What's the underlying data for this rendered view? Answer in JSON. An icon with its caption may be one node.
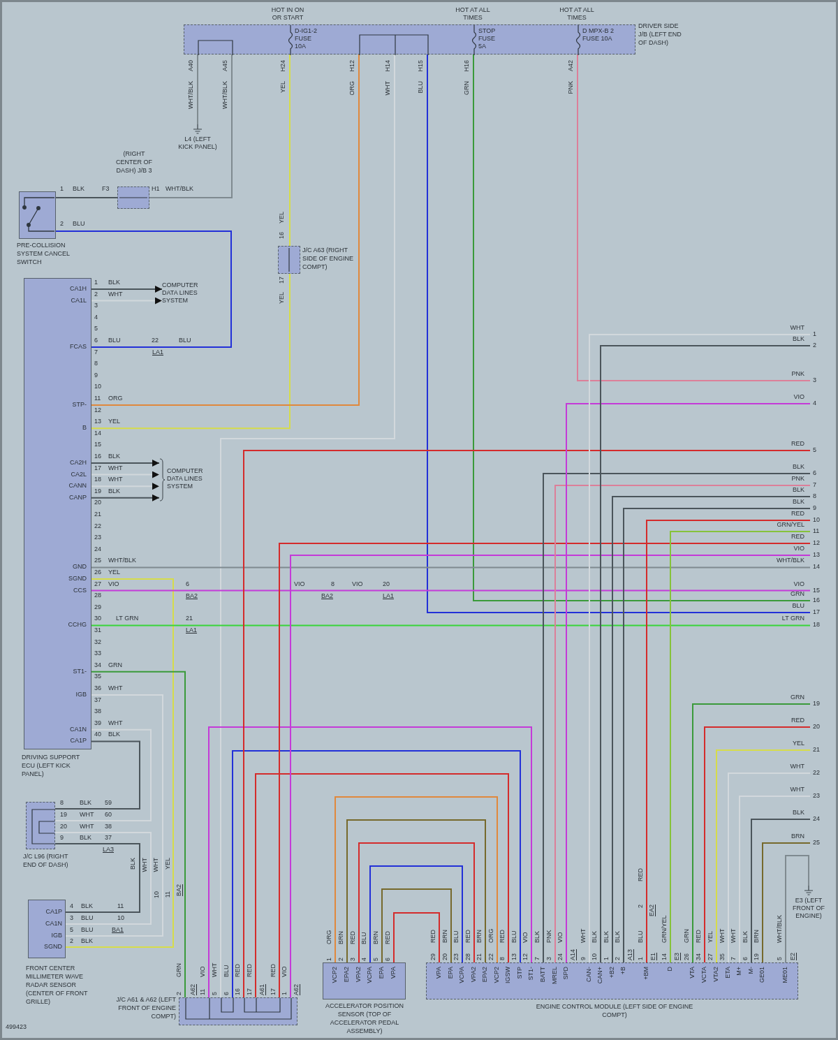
{
  "diagram": {
    "nodes": [
      {
        "text": [
          "D-IG1-2 FUSE 10A",
          "STOP FUSE 5A",
          "D MPX-B 2 FUSE 10A"
        ],
        "beside": [
          "DRIVER SIDE J/B (LEFT END OF DASH)"
        ]
      },
      {
        "text": [
          "L4 (LEFT KICK PANEL)"
        ]
      },
      {
        "text": [],
        "shape": "box",
        "beside": [
          "(RIGHT CENTER OF DASH) J/B 3"
        ]
      },
      {
        "text": [],
        "shape": "box",
        "beside": [
          "PRE-COLLISION SYSTEM CANCEL SWITCH"
        ]
      },
      {
        "text": [],
        "shape": "box",
        "beside": [
          "J/C A63 (RIGHT SIDE OF ENGINE COMPT)"
        ]
      },
      {
        "text": [
          "CA1H",
          "CA1L",
          "FCAS",
          "STP-",
          "B",
          "CA2H",
          "CA2L",
          "CANN",
          "CANP",
          "GND",
          "SGND",
          "CCS",
          "CCHG",
          "ST1-",
          "IGB",
          "CA1N",
          "CA1P"
        ],
        "beside": [
          "DRIVING SUPPORT ECU (LEFT KICK PANEL)"
        ]
      },
      {
        "text": [
          "COMPUTER DATA LINES SYSTEM"
        ]
      },
      {
        "text": [
          "COMPUTER DATA LINES SYSTEM"
        ]
      },
      {
        "text": [],
        "shape": "box",
        "beside": [
          "J/C L96 (RIGHT END OF DASH)"
        ]
      },
      {
        "text": [
          "CA1P",
          "CA1N",
          "IGB",
          "SGND"
        ],
        "beside": [
          "FRONT CENTER MILLIMETER WAVE RADAR SENSOR (CENTER OF FRONT GRILLE)"
        ]
      },
      {
        "text": [],
        "shape": "box",
        "beside": [
          "J/C A61 & A62 (LEFT FRONT OF ENGINE COMPT)"
        ]
      },
      {
        "text": [
          "VCP2",
          "EPA2",
          "VPA2",
          "VCPA",
          "EPA",
          "VPA"
        ],
        "beside": [
          "ACCELERATOR POSITION SENSOR (TOP OF ACCELERATOR PEDAL ASSEMBLY)"
        ]
      },
      {
        "text": [
          "VPA",
          "EPA",
          "VCPA",
          "VPA2",
          "EPA2",
          "VCP2",
          "IGSW",
          "STP",
          "ST1-",
          "BATT",
          "MREL",
          "SPD",
          "CAN-",
          "CAN+",
          "+B2",
          "+B",
          "+BM",
          "D",
          "VTA",
          "VCTA",
          "VTA2",
          "ETA",
          "M+",
          "M-",
          "GE01",
          "ME01"
        ],
        "beside": [
          "ENGINE CONTROL MODULE (LEFT SIDE OF ENGINE COMPT)"
        ]
      },
      {
        "text": [
          "E3 (LEFT FRONT OF ENGINE)"
        ]
      },
      {
        "text": [
          "1"
        ]
      },
      {
        "text": [
          "2"
        ]
      },
      {
        "text": [
          "3"
        ]
      },
      {
        "text": [
          "4"
        ]
      },
      {
        "text": [
          "5"
        ]
      },
      {
        "text": [
          "6"
        ]
      },
      {
        "text": [
          "7"
        ]
      },
      {
        "text": [
          "8"
        ]
      },
      {
        "text": [
          "9"
        ]
      },
      {
        "text": [
          "10"
        ]
      },
      {
        "text": [
          "11"
        ]
      },
      {
        "text": [
          "12"
        ]
      },
      {
        "text": [
          "13"
        ]
      },
      {
        "text": [
          "14"
        ]
      },
      {
        "text": [
          "15"
        ]
      },
      {
        "text": [
          "16"
        ]
      },
      {
        "text": [
          "17"
        ]
      },
      {
        "text": [
          "18"
        ]
      },
      {
        "text": [
          "19"
        ]
      },
      {
        "text": [
          "20"
        ]
      },
      {
        "text": [
          "21"
        ]
      },
      {
        "text": [
          "22"
        ]
      },
      {
        "text": [
          "23"
        ]
      },
      {
        "text": [
          "24"
        ]
      },
      {
        "text": [
          "25"
        ]
      }
    ],
    "edges": [
      {
        "from": 0,
        "to": 1,
        "arrow": "none",
        "color": "#7f8a90"
      },
      {
        "from": 0,
        "to": 2,
        "arrow": "none",
        "color": "#7f8a90"
      },
      {
        "from": 2,
        "to": 3,
        "arrow": "none",
        "color": "#4b555b"
      },
      {
        "from": 3,
        "to": 5,
        "arrow": "none",
        "color": "#2230d8"
      },
      {
        "from": 0,
        "to": 4,
        "arrow": "none",
        "color": "#d6dc4a"
      },
      {
        "from": 4,
        "to": 5,
        "arrow": "none",
        "color": "#d6dc4a"
      },
      {
        "from": 0,
        "to": 5,
        "arrow": "none",
        "color": "#e0883c"
      },
      {
        "from": 0,
        "to": 10,
        "arrow": "none",
        "color": "#d2d8dc"
      },
      {
        "from": 0,
        "to": 30,
        "arrow": "none",
        "color": "#2230d8"
      },
      {
        "from": 0,
        "to": 29,
        "arrow": "none",
        "color": "#3a9a3a"
      },
      {
        "from": 0,
        "to": 16,
        "arrow": "none",
        "color": "#dc7f99"
      },
      {
        "from": 5,
        "to": 6,
        "arrow": "to",
        "color": "#4b555b"
      },
      {
        "from": 5,
        "to": 6,
        "arrow": "to",
        "color": "#d2d8dc"
      },
      {
        "from": 5,
        "to": 7,
        "arrow": "to",
        "color": "#4b555b"
      },
      {
        "from": 5,
        "to": 7,
        "arrow": "to",
        "color": "#d2d8dc"
      },
      {
        "from": 5,
        "to": 7,
        "arrow": "to",
        "color": "#d2d8dc"
      },
      {
        "from": 5,
        "to": 7,
        "arrow": "to",
        "color": "#4b555b"
      },
      {
        "from": 5,
        "to": 27,
        "arrow": "none",
        "color": "#7f8a90"
      },
      {
        "from": 5,
        "to": 9,
        "arrow": "none",
        "color": "#d6dc4a"
      },
      {
        "from": 5,
        "to": 28,
        "arrow": "none",
        "color": "#c43ad8"
      },
      {
        "from": 5,
        "to": 31,
        "arrow": "none",
        "color": "#38d438"
      },
      {
        "from": 5,
        "to": 10,
        "arrow": "none",
        "color": "#3a9a3a"
      },
      {
        "from": 5,
        "to": 9,
        "arrow": "none",
        "color": "#d2d8dc"
      },
      {
        "from": 5,
        "to": 8,
        "arrow": "none",
        "color": "#d2d8dc"
      },
      {
        "from": 5,
        "to": 8,
        "arrow": "none",
        "color": "#4b555b"
      },
      {
        "from": 8,
        "to": 9,
        "arrow": "none",
        "color": "#d2d8dc"
      },
      {
        "from": 8,
        "to": 9,
        "arrow": "none",
        "color": "#4b555b"
      },
      {
        "from": 10,
        "to": 12,
        "arrow": "none",
        "color": "#c43ad8"
      },
      {
        "from": 10,
        "to": 12,
        "arrow": "none",
        "color": "#2230d8"
      },
      {
        "from": 10,
        "to": 18,
        "arrow": "none",
        "color": "#d42b2b"
      },
      {
        "from": 10,
        "to": 12,
        "arrow": "none",
        "color": "#d42b2b"
      },
      {
        "from": 10,
        "to": 25,
        "arrow": "none",
        "color": "#d42b2b"
      },
      {
        "from": 10,
        "to": 26,
        "arrow": "none",
        "color": "#c43ad8"
      },
      {
        "from": 11,
        "to": 12,
        "arrow": "none",
        "color": "#e0883c"
      },
      {
        "from": 11,
        "to": 12,
        "arrow": "none",
        "color": "#76692c"
      },
      {
        "from": 11,
        "to": 12,
        "arrow": "none",
        "color": "#d42b2b"
      },
      {
        "from": 11,
        "to": 12,
        "arrow": "none",
        "color": "#2230d8"
      },
      {
        "from": 11,
        "to": 12,
        "arrow": "none",
        "color": "#76692c"
      },
      {
        "from": 11,
        "to": 12,
        "arrow": "none",
        "color": "#d42b2b"
      },
      {
        "from": 12,
        "to": 19,
        "arrow": "none",
        "color": "#4b555b"
      },
      {
        "from": 12,
        "to": 20,
        "arrow": "none",
        "color": "#dc7f99"
      },
      {
        "from": 12,
        "to": 17,
        "arrow": "none",
        "color": "#c43ad8"
      },
      {
        "from": 12,
        "to": 14,
        "arrow": "none",
        "color": "#d2d8dc"
      },
      {
        "from": 12,
        "to": 15,
        "arrow": "none",
        "color": "#4b555b"
      },
      {
        "from": 12,
        "to": 21,
        "arrow": "none",
        "color": "#4b555b"
      },
      {
        "from": 12,
        "to": 22,
        "arrow": "none",
        "color": "#4b555b"
      },
      {
        "from": 12,
        "to": 23,
        "arrow": "none",
        "color": "#d42b2b"
      },
      {
        "from": 12,
        "to": 24,
        "arrow": "none",
        "color": "#86c23a"
      },
      {
        "from": 12,
        "to": 32,
        "arrow": "none",
        "color": "#3a9a3a"
      },
      {
        "from": 12,
        "to": 33,
        "arrow": "none",
        "color": "#d42b2b"
      },
      {
        "from": 12,
        "to": 34,
        "arrow": "none",
        "color": "#d6dc4a"
      },
      {
        "from": 12,
        "to": 35,
        "arrow": "none",
        "color": "#d2d8dc"
      },
      {
        "from": 12,
        "to": 36,
        "arrow": "none",
        "color": "#d2d8dc"
      },
      {
        "from": 12,
        "to": 37,
        "arrow": "none",
        "color": "#4b555b"
      },
      {
        "from": 12,
        "to": 38,
        "arrow": "none",
        "color": "#76692c"
      },
      {
        "from": 12,
        "to": 13,
        "arrow": "none",
        "color": "#7f8a90"
      }
    ],
    "labels": [
      "HOT IN ON OR START",
      "HOT AT ALL TIMES",
      "HOT AT ALL TIMES",
      "A40",
      "WHT/BLK",
      "A45",
      "WHT/BLK",
      "H24",
      "YEL",
      "H12",
      "ORG",
      "H14",
      "WHT",
      "H15",
      "BLU",
      "H16",
      "GRN",
      "A42",
      "PNK",
      "1",
      "BLK",
      "F3",
      "H1",
      "WHT/BLK",
      "2",
      "BLU",
      "YEL",
      "16",
      "17",
      "YEL",
      "1",
      "2",
      "3",
      "4",
      "5",
      "6",
      "7",
      "8",
      "9",
      "10",
      "11",
      "12",
      "13",
      "14",
      "15",
      "16",
      "17",
      "18",
      "19",
      "20",
      "21",
      "22",
      "23",
      "24",
      "25",
      "26",
      "27",
      "28",
      "29",
      "30",
      "31",
      "32",
      "33",
      "34",
      "35",
      "36",
      "37",
      "38",
      "39",
      "40",
      "BLK",
      "WHT",
      "BLU",
      "ORG",
      "YEL",
      "BLK",
      "WHT",
      "WHT",
      "BLK",
      "WHT/BLK",
      "YEL",
      "VIO",
      "LT GRN",
      "GRN",
      "WHT",
      "WHT",
      "BLK",
      "22",
      "LA1",
      "BLU",
      "6",
      "BA2",
      "VIO",
      "8",
      "BA2",
      "VIO",
      "20",
      "LA1",
      "21",
      "LA1",
      "8",
      "BLK",
      "59",
      "19",
      "WHT",
      "60",
      "20",
      "WHT",
      "38",
      "9",
      "BLK",
      "37",
      "LA3",
      "BLK",
      "WHT",
      "WHT",
      "YEL",
      "10",
      "11",
      "BA2",
      "4",
      "BLK",
      "11",
      "3",
      "BLU",
      "10",
      "5",
      "BLU",
      "BA1",
      "2",
      "BLK",
      "GRN",
      "2",
      "A62",
      "VIO",
      "11",
      "WHT",
      "5",
      "BLU",
      "6",
      "RED",
      "16",
      "RED",
      "17",
      "A61",
      "RED",
      "17",
      "VIO",
      "1",
      "A62",
      "ORG",
      "1",
      "BRN",
      "2",
      "RED",
      "3",
      "BLU",
      "4",
      "BRN",
      "5",
      "RED",
      "6",
      "RED",
      "29",
      "BRN",
      "20",
      "BLU",
      "23",
      "RED",
      "28",
      "BRN",
      "21",
      "ORG",
      "22",
      "RED",
      "8",
      "BLU",
      "13",
      "VIO",
      "12",
      "BLK",
      "7",
      "PNK",
      "3",
      "VIO",
      "24",
      "A14",
      "WHT",
      "9",
      "BLK",
      "10",
      "BLK",
      "1",
      "BLK",
      "2",
      "A13",
      "BLU",
      "1",
      "E1",
      "GRN/YEL",
      "14",
      "E3",
      "GRN",
      "26",
      "RED",
      "34",
      "YEL",
      "27",
      "WHT",
      "35",
      "WHT",
      "7",
      "BLK",
      "6",
      "BRN",
      "19",
      "WHT/BLK",
      "5",
      "E2",
      "RED",
      "2",
      "EA2",
      "WHT",
      "BLK",
      "PNK",
      "VIO",
      "RED",
      "BLK",
      "PNK",
      "BLK",
      "BLK",
      "RED",
      "GRN/YEL",
      "RED",
      "VIO",
      "WHT/BLK",
      "VIO",
      "GRN",
      "BLU",
      "LT GRN",
      "GRN",
      "RED",
      "YEL",
      "WHT",
      "WHT",
      "BLK",
      "BRN",
      "499423"
    ]
  }
}
